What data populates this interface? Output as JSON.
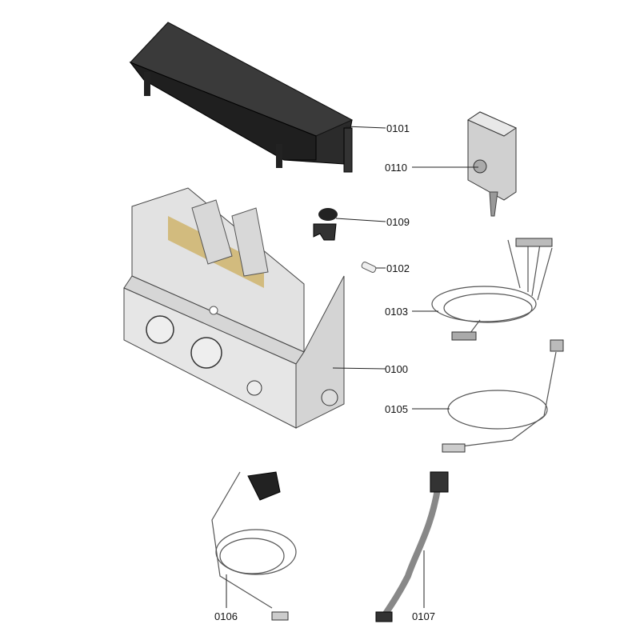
{
  "diagram": {
    "title": "Control box exploded parts view",
    "parts": [
      {
        "id": "0101",
        "name": "control-box-cover"
      },
      {
        "id": "0110",
        "name": "external-sensor"
      },
      {
        "id": "0109",
        "name": "cable-clip"
      },
      {
        "id": "0102",
        "name": "fuse"
      },
      {
        "id": "0103",
        "name": "wiring-harness"
      },
      {
        "id": "0100",
        "name": "control-box-housing"
      },
      {
        "id": "0105",
        "name": "cable-loom"
      },
      {
        "id": "0106",
        "name": "connection-cable"
      },
      {
        "id": "0107",
        "name": "ribbon-cable"
      }
    ],
    "colors": {
      "cover": "#2b2b2b",
      "housing": "#e4e4e4",
      "sensor": "#cfcfcf",
      "board": "#c8a23c"
    }
  }
}
